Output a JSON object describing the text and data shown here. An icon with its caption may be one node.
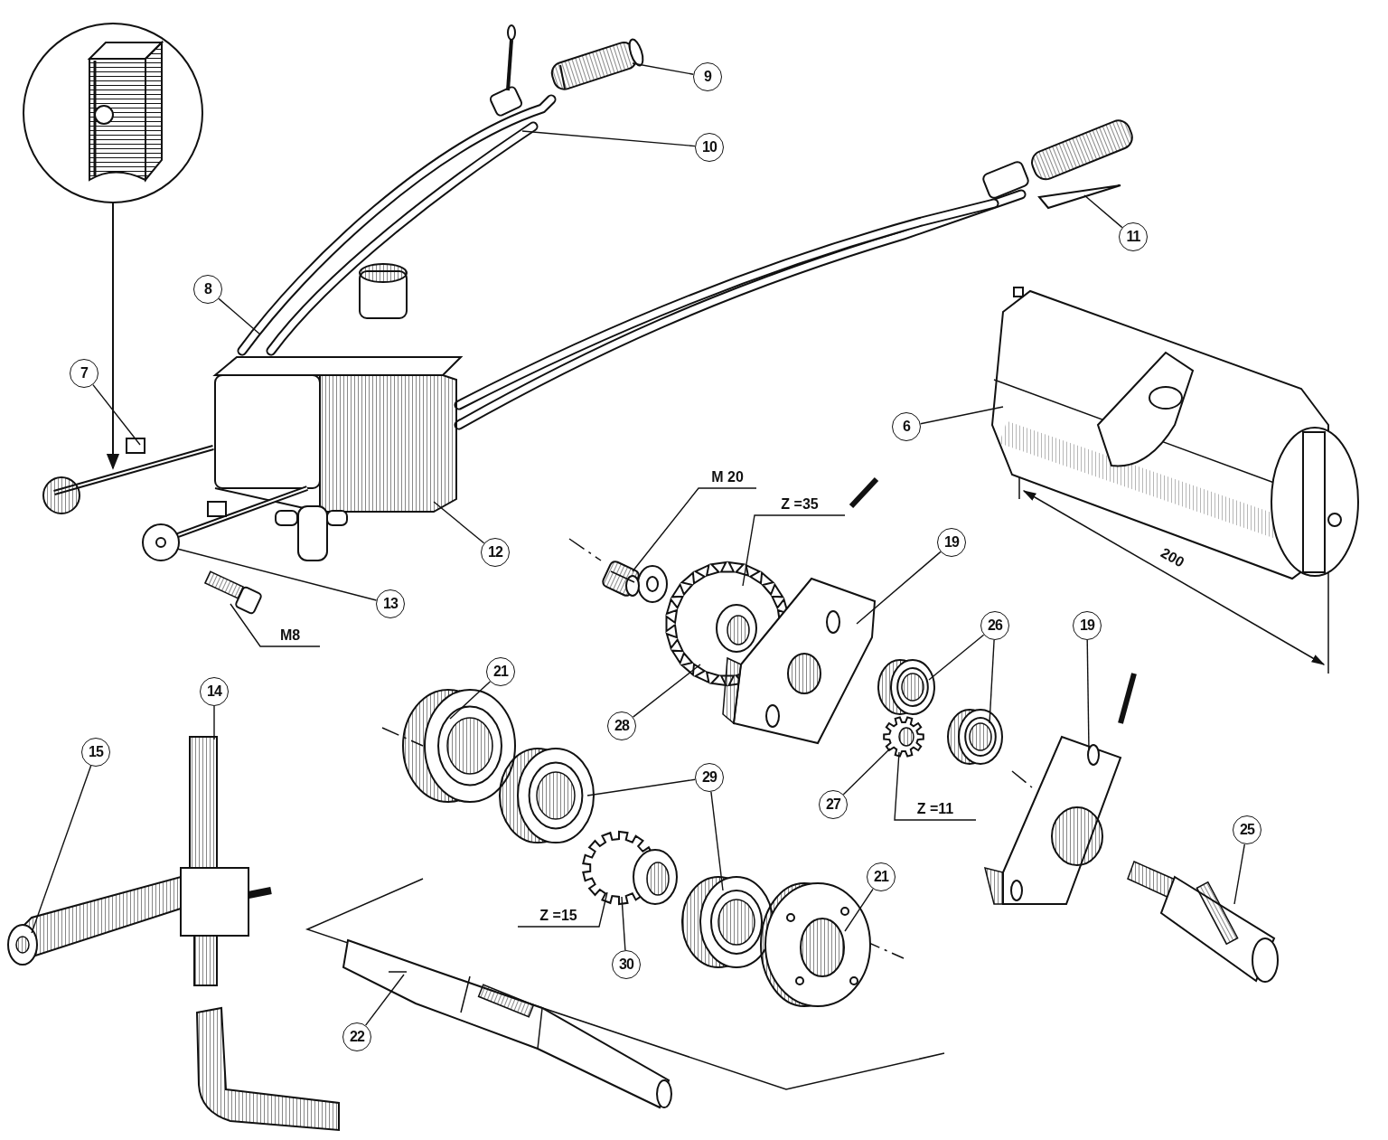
{
  "diagram": {
    "nodes": [
      {
        "text": [],
        "shape": "picture"
      },
      {
        "text": [
          "9"
        ]
      },
      {
        "text": [
          "10"
        ]
      },
      {
        "text": [
          "11"
        ]
      },
      {
        "text": [
          "8"
        ]
      },
      {
        "text": [
          "7"
        ]
      },
      {
        "text": [
          "6"
        ]
      },
      {
        "text": [
          "M 20"
        ]
      },
      {
        "text": [
          "Z =35"
        ]
      },
      {
        "text": [
          "12"
        ]
      },
      {
        "text": [
          "19"
        ]
      },
      {
        "text": [
          "13"
        ]
      },
      {
        "text": [
          "M8"
        ]
      },
      {
        "text": [
          "26"
        ]
      },
      {
        "text": [
          "19"
        ]
      },
      {
        "text": [
          "21"
        ]
      },
      {
        "text": [
          "14"
        ]
      },
      {
        "text": [
          "28"
        ]
      },
      {
        "text": [
          "15"
        ]
      },
      {
        "text": [
          "29"
        ]
      },
      {
        "text": [
          "27"
        ]
      },
      {
        "text": [
          "Z =11"
        ]
      },
      {
        "text": [
          "25"
        ]
      },
      {
        "text": [
          "21"
        ]
      },
      {
        "text": [
          "Z =15"
        ]
      },
      {
        "text": [
          "30"
        ]
      },
      {
        "text": [
          "22"
        ]
      },
      {
        "text": [],
        "shape": "picture"
      },
      {
        "text": [],
        "shape": "picture"
      },
      {
        "text": [],
        "shape": "picture"
      },
      {
        "text": [],
        "shape": "picture"
      },
      {
        "text": [],
        "shape": "picture"
      },
      {
        "text": [],
        "shape": "picture"
      },
      {
        "text": [],
        "shape": "picture"
      },
      {
        "text": [],
        "shape": "picture"
      },
      {
        "text": [],
        "shape": "picture"
      },
      {
        "text": [],
        "shape": "picture"
      },
      {
        "text": [],
        "shape": "picture"
      },
      {
        "text": [],
        "shape": "picture"
      },
      {
        "text": [],
        "shape": "picture"
      },
      {
        "text": [],
        "shape": "picture"
      },
      {
        "text": [],
        "shape": "picture"
      },
      {
        "text": [],
        "shape": "picture"
      },
      {
        "text": [],
        "shape": "picture"
      },
      {
        "text": [],
        "shape": "picture"
      },
      {
        "text": [],
        "shape": "picture"
      },
      {
        "text": [],
        "shape": "picture"
      },
      {
        "text": [],
        "shape": "picture"
      },
      {
        "text": [],
        "shape": "picture"
      },
      {
        "text": [],
        "shape": "picture"
      },
      {
        "text": [],
        "shape": "picture"
      }
    ],
    "edges": [
      {
        "from": 0,
        "to": 30,
        "arrow": "to"
      },
      {
        "from": 1,
        "to": 27,
        "arrow": "none"
      },
      {
        "from": 2,
        "to": 28,
        "arrow": "none"
      },
      {
        "from": 3,
        "to": 29,
        "arrow": "none"
      },
      {
        "from": 4,
        "to": 28,
        "arrow": "none"
      },
      {
        "from": 5,
        "to": 30,
        "arrow": "none"
      },
      {
        "from": 6,
        "to": 31,
        "arrow": "none"
      },
      {
        "from": 7,
        "to": 32,
        "arrow": "none"
      },
      {
        "from": 8,
        "to": 33,
        "arrow": "none"
      },
      {
        "from": 9,
        "to": 34,
        "arrow": "none"
      },
      {
        "from": 10,
        "to": 35,
        "arrow": "none"
      },
      {
        "from": 11,
        "to": 36,
        "arrow": "none"
      },
      {
        "from": 12,
        "to": 37,
        "arrow": "none"
      },
      {
        "from": 13,
        "to": 38,
        "arrow": "none"
      },
      {
        "from": 13,
        "to": 39,
        "arrow": "none"
      },
      {
        "from": 14,
        "to": 40,
        "arrow": "none"
      },
      {
        "from": 15,
        "to": 41,
        "arrow": "none"
      },
      {
        "from": 16,
        "to": 42,
        "arrow": "none"
      },
      {
        "from": 17,
        "to": 33,
        "arrow": "none"
      },
      {
        "from": 18,
        "to": 43,
        "arrow": "none"
      },
      {
        "from": 19,
        "to": 44,
        "arrow": "none"
      },
      {
        "from": 19,
        "to": 45,
        "arrow": "none"
      },
      {
        "from": 20,
        "to": 46,
        "arrow": "none"
      },
      {
        "from": 21,
        "to": 46,
        "arrow": "none"
      },
      {
        "from": 22,
        "to": 47,
        "arrow": "none"
      },
      {
        "from": 23,
        "to": 48,
        "arrow": "none"
      },
      {
        "from": 24,
        "to": 49,
        "arrow": "none"
      },
      {
        "from": 25,
        "to": 49,
        "arrow": "none"
      },
      {
        "from": 26,
        "to": 50,
        "arrow": "none"
      }
    ],
    "labels": [
      "200"
    ]
  }
}
